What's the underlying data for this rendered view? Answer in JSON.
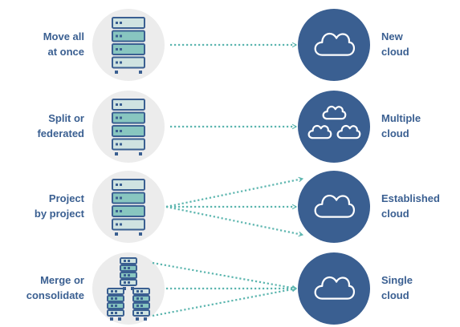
{
  "colors": {
    "navy": "#3a5f91",
    "navy_dark": "#2b4c7e",
    "teal": "#5bb5ae",
    "rack_light": "#cfe3e1",
    "rack_mid": "#88c6c0",
    "grey_circle": "#ececec",
    "cloud_stroke": "#ffffff"
  },
  "rows": [
    {
      "id": "move-all",
      "left_label": "Move all\nat once",
      "right_label": "New\ncloud",
      "source": "single-server",
      "target": "single-cloud",
      "connection": "one-to-one"
    },
    {
      "id": "split",
      "left_label": "Split or\nfederated",
      "right_label": "Multiple\ncloud",
      "source": "single-server",
      "target": "multi-cloud",
      "connection": "one-to-one"
    },
    {
      "id": "project",
      "left_label": "Project\nby project",
      "right_label": "Established\ncloud",
      "source": "single-server",
      "target": "single-cloud",
      "connection": "one-to-many"
    },
    {
      "id": "merge",
      "left_label": "Merge or\nconsolidate",
      "right_label": "Single\ncloud",
      "source": "server-cluster",
      "target": "single-cloud",
      "connection": "many-to-one"
    }
  ]
}
